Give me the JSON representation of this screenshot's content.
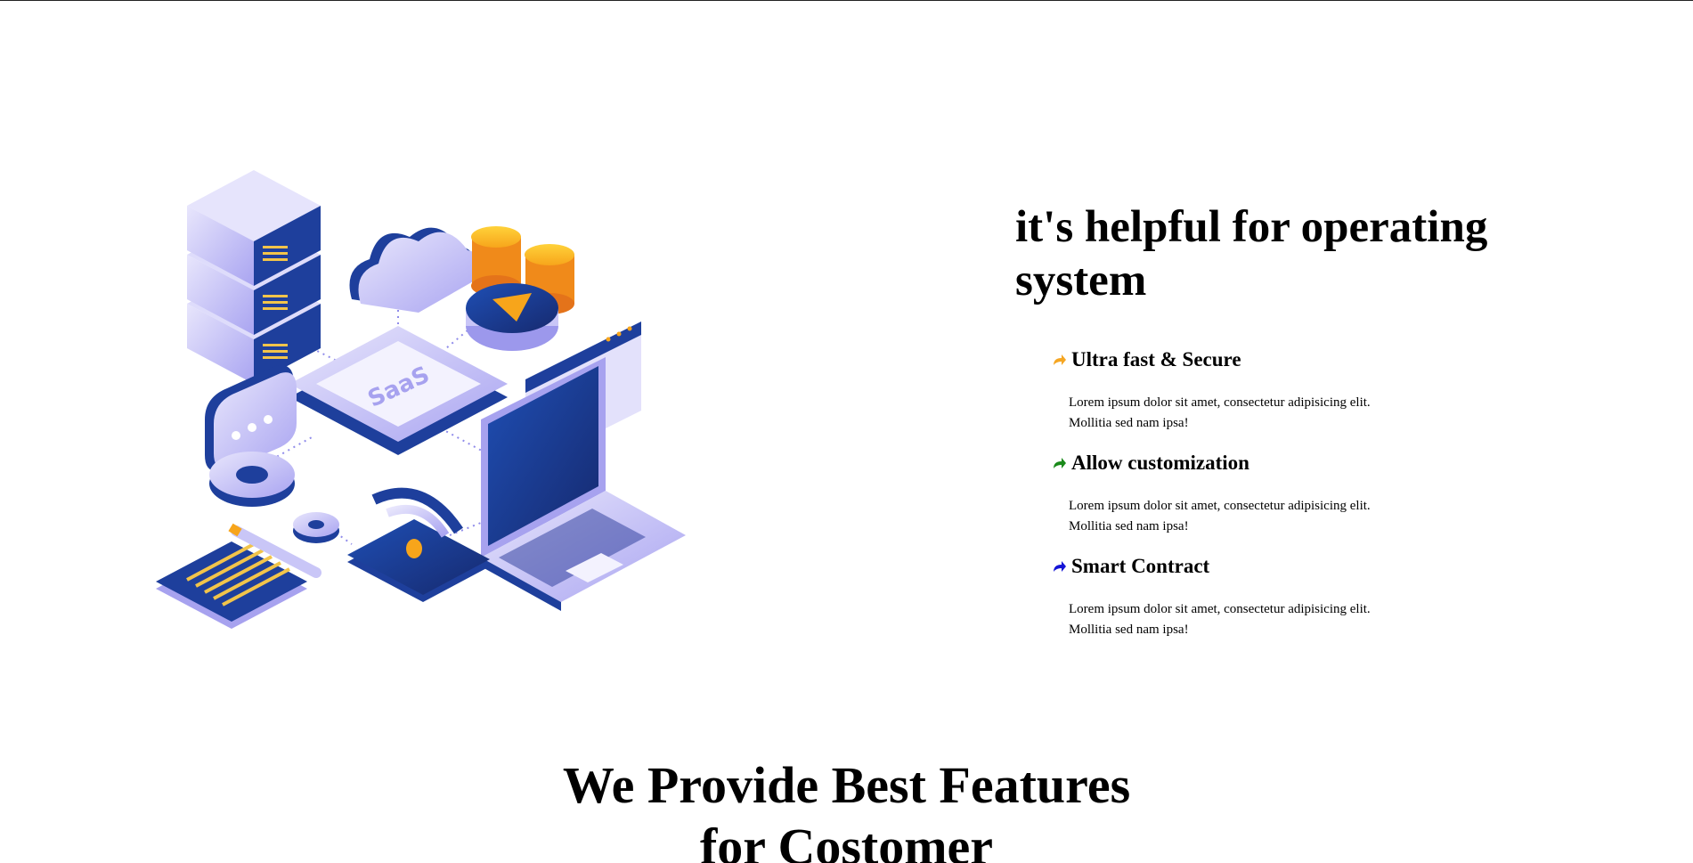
{
  "section": {
    "heading": "it's helpful for operating system",
    "illustration_label": "SaaS",
    "features": [
      {
        "title": "Ultra fast & Secure",
        "desc": "Lorem ipsum dolor sit amet, consectetur adipisicing elit. Mollitia sed nam ipsa!",
        "arrow_color": "#f5a623"
      },
      {
        "title": "Allow customization",
        "desc": "Lorem ipsum dolor sit amet, consectetur adipisicing elit. Mollitia sed nam ipsa!",
        "arrow_color": "#1a8a1a"
      },
      {
        "title": "Smart Contract",
        "desc": "Lorem ipsum dolor sit amet, consectetur adipisicing elit. Mollitia sed nam ipsa!",
        "arrow_color": "#1515d6"
      }
    ]
  },
  "bottom": {
    "title_line1": "We Provide Best Features",
    "title_line2": "for Costomer"
  },
  "colors": {
    "navy": "#1a3a8f",
    "lavender": "#b9b6f5",
    "light_lavender": "#e3e1fb",
    "gold": "#f7b21b",
    "orange": "#f08a1a"
  }
}
